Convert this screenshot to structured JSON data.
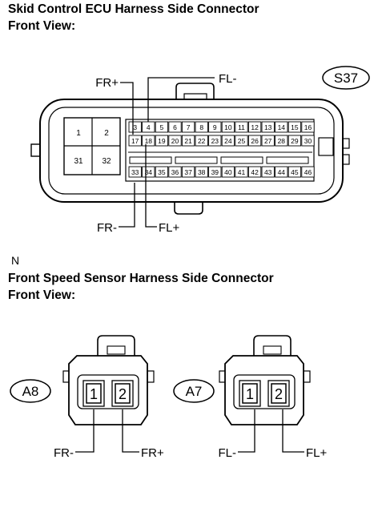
{
  "ecu_section": {
    "title_line1": "Skid Control ECU Harness Side Connector",
    "title_line2": "Front View:",
    "connector_code": "S37",
    "big_cavities": [
      "1",
      "2",
      "31",
      "32"
    ],
    "pin_rows": [
      [
        "3",
        "4",
        "5",
        "6",
        "7",
        "8",
        "9",
        "10",
        "11",
        "12",
        "13",
        "14",
        "15",
        "16"
      ],
      [
        "17",
        "18",
        "19",
        "20",
        "21",
        "22",
        "23",
        "24",
        "25",
        "26",
        "27",
        "28",
        "29",
        "30"
      ],
      [
        "33",
        "34",
        "35",
        "36",
        "37",
        "38",
        "39",
        "40",
        "41",
        "42",
        "43",
        "44",
        "45",
        "46"
      ]
    ],
    "terminal_labels": {
      "fr_plus": "FR+",
      "fl_minus": "FL-",
      "fr_minus": "FR-",
      "fl_plus": "FL+"
    }
  },
  "note_text": "N",
  "sensor_section": {
    "title_line1": "Front Speed Sensor Harness Side Connector",
    "title_line2": "Front View:",
    "connectors": [
      {
        "code": "A8",
        "pins": [
          "1",
          "2"
        ],
        "left_label": "FR-",
        "right_label": "FR+"
      },
      {
        "code": "A7",
        "pins": [
          "1",
          "2"
        ],
        "left_label": "FL-",
        "right_label": "FL+"
      }
    ]
  }
}
